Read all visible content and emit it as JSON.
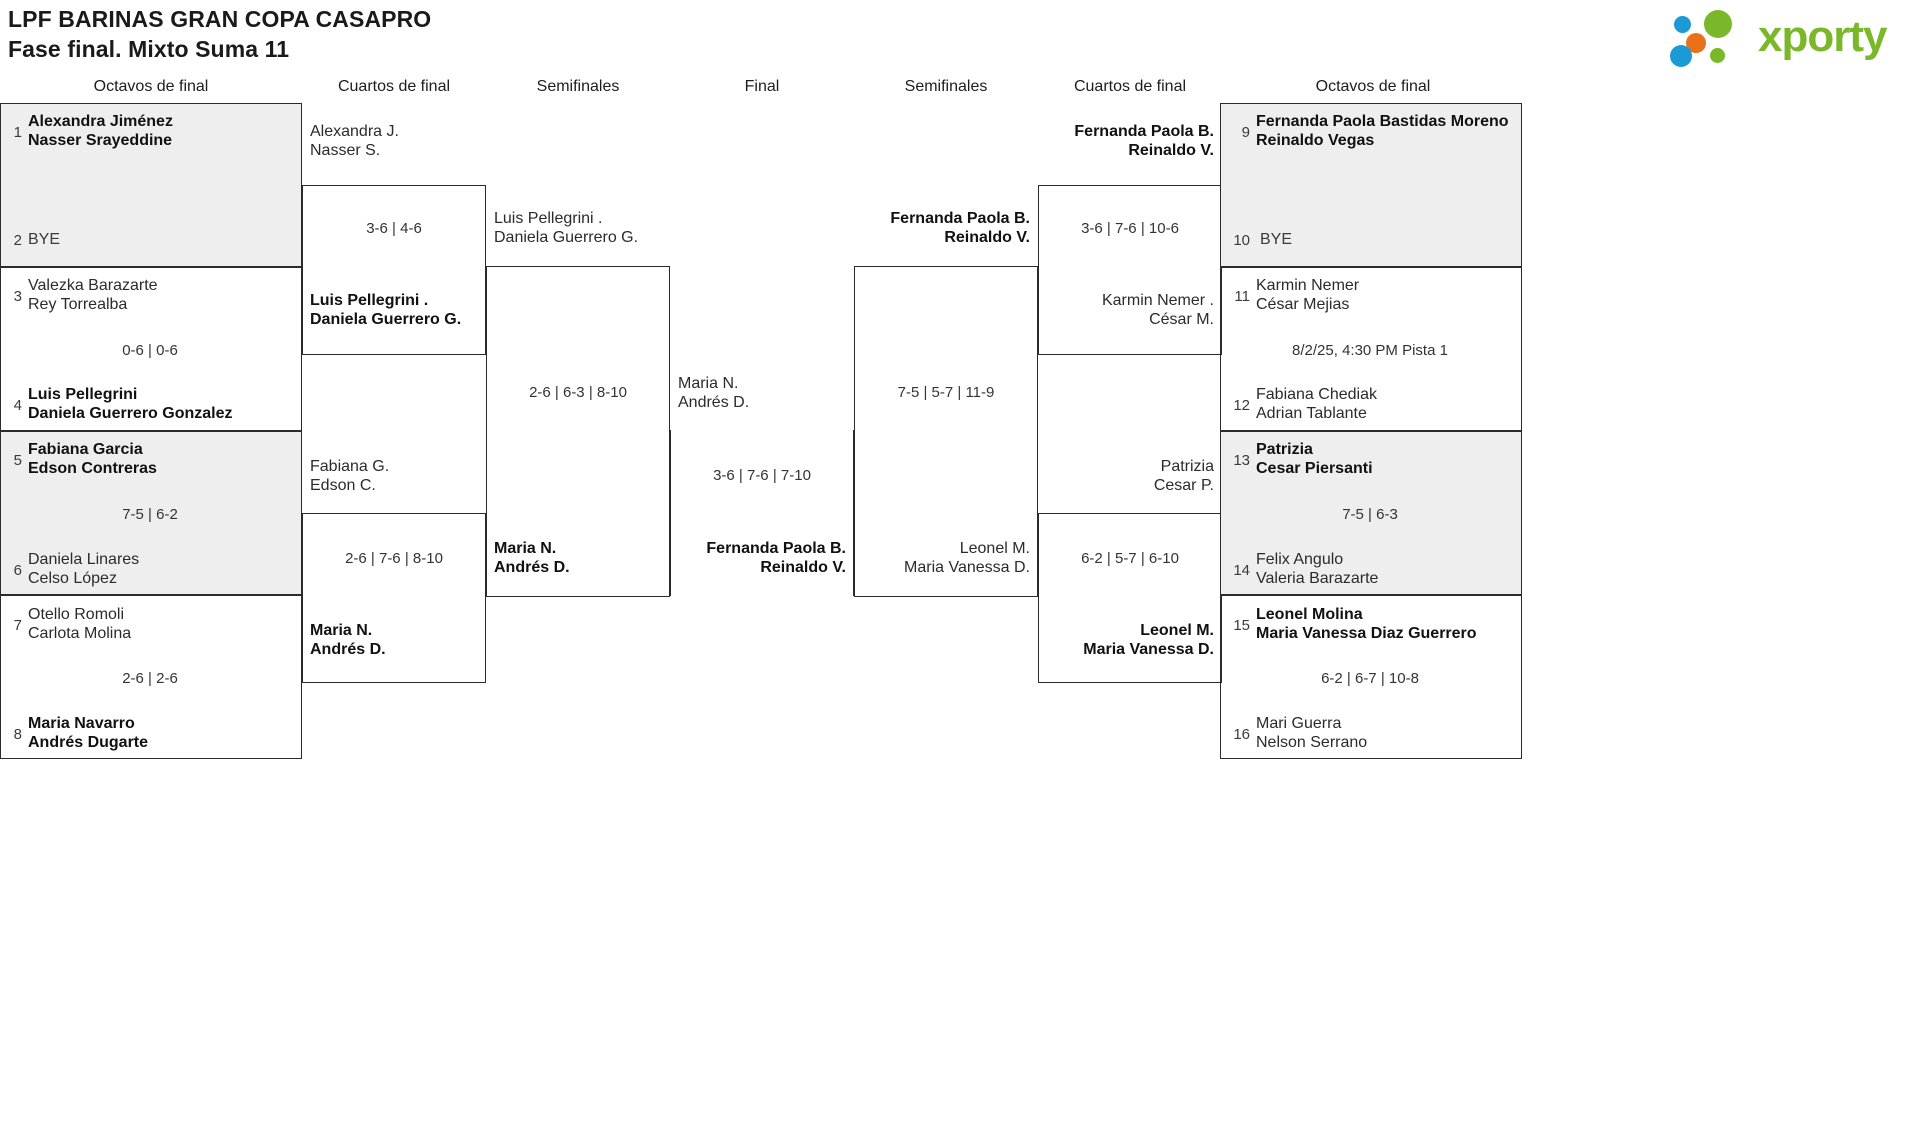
{
  "header": {
    "title": "LPF BARINAS GRAN COPA CASAPRO",
    "subtitle": "Fase final. Mixto Suma 11",
    "logo_text": "xporty",
    "logo_colors": {
      "blue": "#1b9ad6",
      "orange": "#e8711a",
      "green": "#7ab829"
    }
  },
  "round_headings": {
    "l_r16": "Octavos de final",
    "l_qf": "Cuartos de final",
    "l_sf": "Semifinales",
    "final": "Final",
    "r_sf": "Semifinales",
    "r_qf": "Cuartos de final",
    "r_r16": "Octavos de final"
  },
  "left_r16": [
    {
      "seed": "1",
      "l1": "Alexandra Jiménez",
      "l2": "Nasser Srayeddine",
      "winner": true
    },
    {
      "seed": "2",
      "l1": "BYE",
      "l2": "",
      "winner": false
    },
    {
      "seed": "3",
      "l1": "Valezka Barazarte",
      "l2": "Rey Torrealba",
      "winner": false
    },
    {
      "seed": "4",
      "l1": "Luis Pellegrini",
      "l2": "Daniela Guerrero Gonzalez",
      "winner": true
    },
    {
      "seed": "5",
      "l1": "Fabiana Garcia",
      "l2": "Edson Contreras",
      "winner": true
    },
    {
      "seed": "6",
      "l1": "Daniela Linares",
      "l2": "Celso López",
      "winner": false
    },
    {
      "seed": "7",
      "l1": "Otello Romoli",
      "l2": "Carlota Molina",
      "winner": false
    },
    {
      "seed": "8",
      "l1": "Maria Navarro",
      "l2": "Andrés Dugarte",
      "winner": true
    }
  ],
  "left_r16_scores": [
    "",
    "0-6 | 0-6",
    "7-5 | 6-2",
    "2-6 | 2-6"
  ],
  "left_qf": [
    {
      "l1": "Alexandra J.",
      "l2": "Nasser S.",
      "winner": false
    },
    {
      "l1": "Luis Pellegrini .",
      "l2": "Daniela Guerrero G.",
      "winner": true
    },
    {
      "l1": "Fabiana G.",
      "l2": "Edson C.",
      "winner": false
    },
    {
      "l1": "Maria N.",
      "l2": "Andrés D.",
      "winner": true
    }
  ],
  "left_qf_scores": [
    "3-6 | 4-6",
    "2-6 | 7-6 | 8-10"
  ],
  "left_sf": [
    {
      "l1": "Luis Pellegrini .",
      "l2": "Daniela Guerrero G.",
      "winner": false
    },
    {
      "l1": "Maria N.",
      "l2": "Andrés D.",
      "winner": true
    }
  ],
  "left_sf_score": "2-6 | 6-3 | 8-10",
  "final": {
    "top": {
      "l1": "Maria N.",
      "l2": "Andrés D.",
      "winner": false
    },
    "bottom": {
      "l1": "Fernanda Paola B.",
      "l2": "Reinaldo V.",
      "winner": true
    },
    "score": "3-6 | 7-6 | 7-10"
  },
  "right_sf": [
    {
      "l1": "Fernanda Paola B.",
      "l2": "Reinaldo V.",
      "winner": true
    },
    {
      "l1": "Leonel M.",
      "l2": "Maria Vanessa D.",
      "winner": false
    }
  ],
  "right_sf_score": "7-5 | 5-7 | 11-9",
  "right_qf": [
    {
      "l1": "Fernanda Paola B.",
      "l2": "Reinaldo V.",
      "winner": true
    },
    {
      "l1": "Karmin Nemer .",
      "l2": "César M.",
      "winner": false
    },
    {
      "l1": "Patrizia",
      "l2": "Cesar P.",
      "winner": false
    },
    {
      "l1": "Leonel M.",
      "l2": "Maria Vanessa D.",
      "winner": true
    }
  ],
  "right_qf_scores": [
    "3-6 | 7-6 | 10-6",
    "6-2 | 5-7 | 6-10"
  ],
  "right_r16": [
    {
      "seed": "9",
      "l1": "Fernanda Paola Bastidas Moreno",
      "l2": "Reinaldo Vegas",
      "winner": true
    },
    {
      "seed": "10",
      "l1": "BYE",
      "l2": "",
      "winner": false
    },
    {
      "seed": "11",
      "l1": "Karmin Nemer",
      "l2": "César Mejias",
      "winner": false
    },
    {
      "seed": "12",
      "l1": "Fabiana Chediak",
      "l2": "Adrian Tablante",
      "winner": false
    },
    {
      "seed": "13",
      "l1": "Patrizia",
      "l2": "Cesar Piersanti",
      "winner": true
    },
    {
      "seed": "14",
      "l1": "Felix Angulo",
      "l2": "Valeria Barazarte",
      "winner": false
    },
    {
      "seed": "15",
      "l1": "Leonel Molina",
      "l2": "Maria Vanessa Diaz Guerrero",
      "winner": true
    },
    {
      "seed": "16",
      "l1": "Mari Guerra",
      "l2": "Nelson Serrano",
      "winner": false
    }
  ],
  "right_r16_scores": [
    "",
    "8/2/25, 4:30 PM Pista 1",
    "7-5 | 6-3",
    "6-2 | 6-7 | 10-8"
  ]
}
